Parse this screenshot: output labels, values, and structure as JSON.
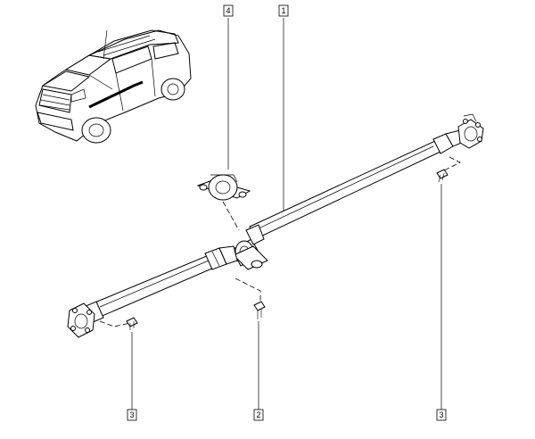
{
  "callouts": [
    {
      "id": "callout-1",
      "label": "1"
    },
    {
      "id": "callout-2",
      "label": "2"
    },
    {
      "id": "callout-3a",
      "label": "3"
    },
    {
      "id": "callout-3b",
      "label": "3"
    },
    {
      "id": "callout-4",
      "label": "4"
    }
  ],
  "colors": {
    "line": "#000000",
    "background": "#ffffff"
  }
}
